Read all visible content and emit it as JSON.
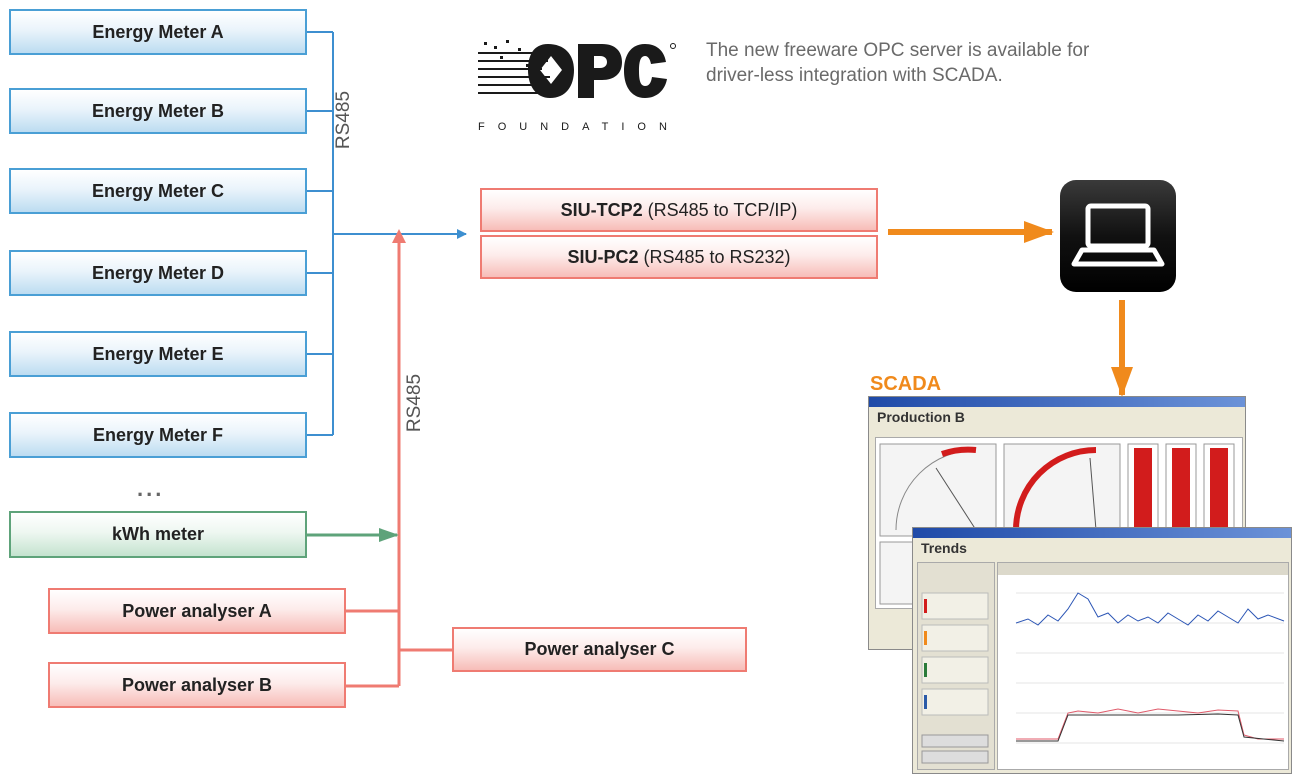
{
  "energy_meters": [
    {
      "label": "Energy Meter A"
    },
    {
      "label": "Energy Meter B"
    },
    {
      "label": "Energy Meter C"
    },
    {
      "label": "Energy Meter D"
    },
    {
      "label": "Energy Meter E"
    },
    {
      "label": "Energy Meter F"
    }
  ],
  "ellipsis": "...",
  "kwh_meter": "kWh meter",
  "power_analysers": {
    "a": "Power analyser A",
    "b": "Power analyser B",
    "c": "Power analyser C"
  },
  "bus_labels": {
    "top": "RS485",
    "middle": "RS485"
  },
  "siu": {
    "tcp_name": "SIU-TCP2",
    "tcp_desc": " (RS485 to TCP/IP)",
    "pc_name": "SIU-PC2",
    "pc_desc": " (RS485 to RS232)"
  },
  "opc": {
    "logo_word": "FOUNDATION",
    "description": "The new freeware OPC server is available for driver-less integration with SCADA."
  },
  "scada": {
    "label": "SCADA",
    "window1_title": "Production B",
    "window2_title": "Trends"
  },
  "colors": {
    "blue_line": "#3d8fd0",
    "red_line": "#ef7b72",
    "green_line": "#5ea37a",
    "orange_arrow": "#f08a1c"
  }
}
